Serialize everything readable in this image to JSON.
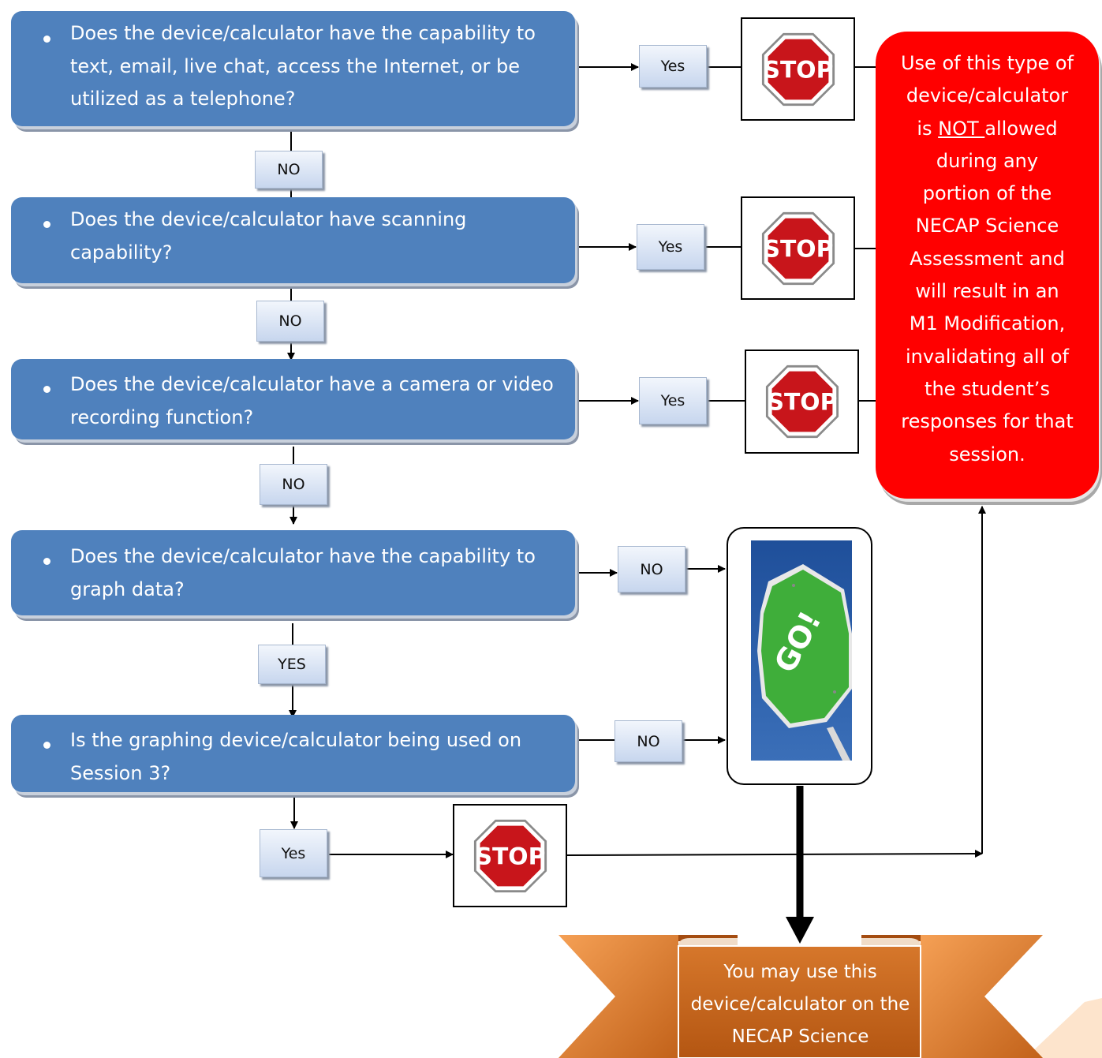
{
  "questions": [
    {
      "text": "Does the device/calculator have the capability to text, email, live chat, access the Internet, or be utilized as a telephone?"
    },
    {
      "text": "Does the device/calculator have scanning capability?"
    },
    {
      "text": "Does the device/calculator have a camera or video recording function?"
    },
    {
      "text": "Does the device/calculator have the capability to graph data?"
    },
    {
      "text": "Is the graphing device/calculator being used on Session 3?"
    }
  ],
  "labels": {
    "q1_no": "NO",
    "q2_no": "NO",
    "q3_no": "NO",
    "q4_yes": "YES",
    "q1_yes": "Yes",
    "q2_yes": "Yes",
    "q3_yes": "Yes",
    "q5_yes": "Yes",
    "q4_no": "NO",
    "q5_no": "NO"
  },
  "stop_sign_text": "STOP",
  "go_sign_text": "GO!",
  "result_box": {
    "line1": "Use of this type of",
    "line2": "device/calculator",
    "line3_prefix": "is ",
    "line3_underlined": "NOT ",
    "line3_suffix": "allowed",
    "line4": "during any",
    "line5": "portion of the",
    "line6": "NECAP Science",
    "line7": "Assessment and",
    "line8": "will result in an",
    "line9": "M1 Modification,",
    "line10": "invalidating all of",
    "line11": "the student’s",
    "line12": "responses for that",
    "line13": "session."
  },
  "banner": {
    "line1": "You may use this",
    "line2": "device/calculator on the",
    "line3": "NECAP Science"
  },
  "colors": {
    "question_bg": "#4f81bd",
    "result_bg": "#ff0000",
    "banner": "#e07b28",
    "stop_red": "#c8151b",
    "go_green": "#3fae3a"
  }
}
